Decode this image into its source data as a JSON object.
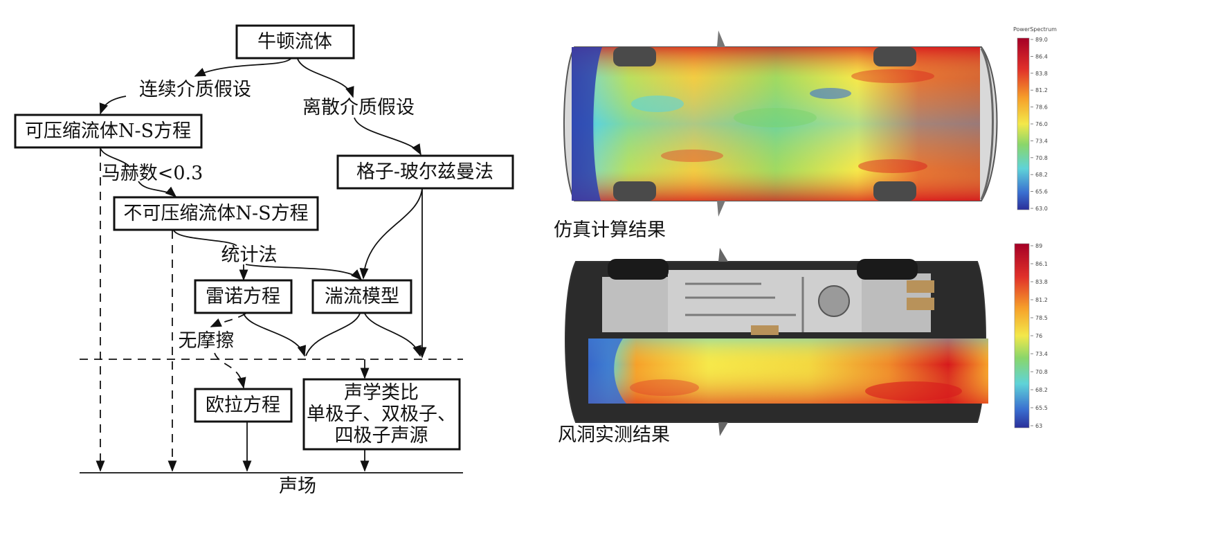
{
  "flowchart": {
    "nodes": {
      "newtonian_fluid": "牛顿流体",
      "compressible_ns": "可压缩流体N-S方程",
      "lattice_boltzmann": "格子-玻尔兹曼法",
      "incompressible_ns": "不可压缩流体N-S方程",
      "reynolds_eq": "雷诺方程",
      "turbulence_model": "湍流模型",
      "euler_eq": "欧拉方程",
      "acoustic_analogy": [
        "声学类比",
        "单极子、双极子、",
        "四极子声源"
      ]
    },
    "labels": {
      "continuum": "连续介质假设",
      "discrete": "离散介质假设",
      "mach": "马赫数<0.3",
      "statistics": "统计法",
      "frictionless": "无摩擦",
      "sound_field": "声场"
    }
  },
  "figures": {
    "simulation_caption": "仿真计算结果",
    "windtunnel_caption": "风洞实测结果",
    "sim_scale_title": "PowerSpectrum",
    "sim_scale_ticks": [
      "89.0",
      "86.4",
      "83.8",
      "81.2",
      "78.6",
      "76.0",
      "73.4",
      "70.8",
      "68.2",
      "65.6",
      "63.0"
    ],
    "wt_scale_ticks": [
      "89",
      "86.1",
      "83.8",
      "81.2",
      "78.5",
      "76",
      "73.4",
      "70.8",
      "68.2",
      "65.5",
      "63"
    ]
  },
  "colors": {
    "line": "#111111",
    "heat_red": "#d7191c",
    "heat_yellow": "#f6e84a",
    "heat_green": "#7cd36a",
    "heat_cyan": "#5fd3d8",
    "heat_blue": "#2b3fb0"
  }
}
